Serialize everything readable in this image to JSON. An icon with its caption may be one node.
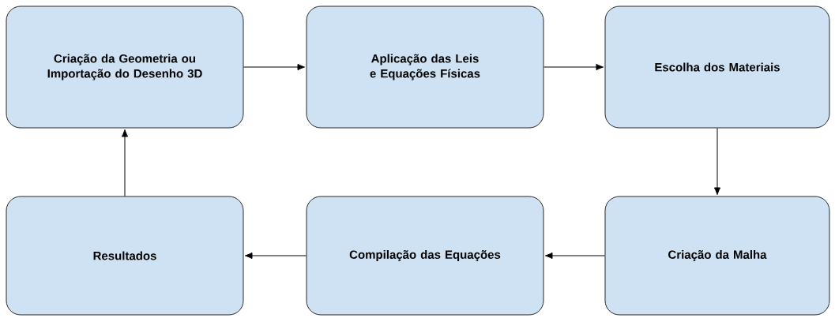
{
  "diagram": {
    "nodes": [
      {
        "text": [
          "Criação da Geometria ou Importação do Desenho 3D"
        ]
      },
      {
        "text": [
          "Aplicação das Leis e Equações Físicas"
        ]
      },
      {
        "text": [
          "Escolha dos Materiais"
        ]
      },
      {
        "text": [
          "Criação da Malha"
        ]
      },
      {
        "text": [
          "Compilação das Equações"
        ]
      },
      {
        "text": [
          "Resultados"
        ]
      }
    ],
    "edges": [
      {
        "from": 0,
        "to": 1,
        "arrow": "to"
      },
      {
        "from": 1,
        "to": 2,
        "arrow": "to"
      },
      {
        "from": 2,
        "to": 3,
        "arrow": "to"
      },
      {
        "from": 3,
        "to": 4,
        "arrow": "to"
      },
      {
        "from": 4,
        "to": 5,
        "arrow": "to"
      },
      {
        "from": 5,
        "to": 0,
        "arrow": "to"
      }
    ]
  }
}
